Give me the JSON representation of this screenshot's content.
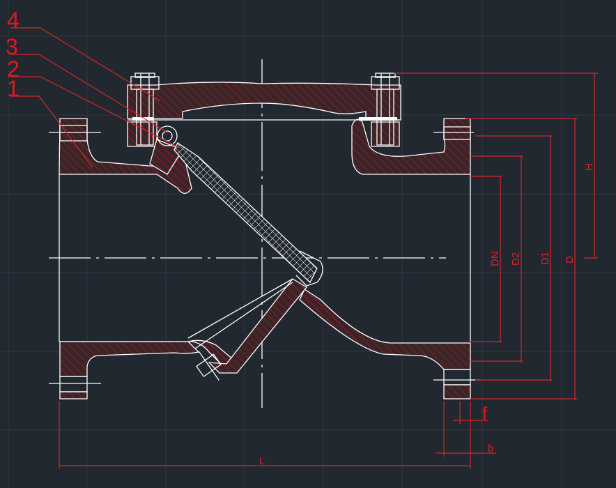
{
  "drawing": {
    "title": "Swing check valve section",
    "part_labels": [
      "4",
      "3",
      "2",
      "1"
    ],
    "dimensions": {
      "H": "H",
      "D": "D",
      "D1": "D1",
      "D2": "D2",
      "DN": "DN",
      "f": "f",
      "b": "b",
      "L": "L"
    },
    "colors": {
      "background": "#212830",
      "geometry": "#ffffff",
      "annotation": "#d8242a",
      "grid": "#2e3642"
    }
  }
}
